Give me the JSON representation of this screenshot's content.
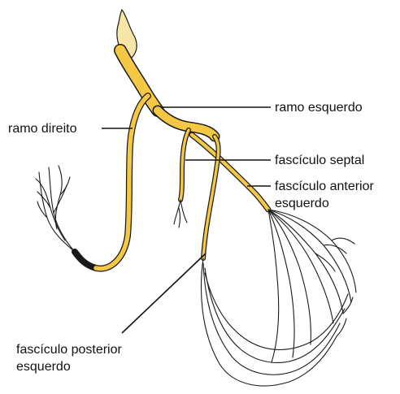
{
  "diagram": {
    "labels": {
      "right_bundle": "ramo direito",
      "left_bundle": "ramo esquerdo",
      "septal_fascicle": "fascículo septal",
      "left_anterior_fascicle": "fascículo anterior esquerdo",
      "left_anterior_fascicle_line1": "fascículo anterior",
      "left_anterior_fascicle_line2": "esquerdo",
      "left_posterior_fascicle_line1": "fascículo posterior",
      "left_posterior_fascicle_line2": "esquerdo"
    },
    "colors": {
      "conduction_fill": "#f4c842",
      "fiber": "#1a1a1a",
      "text": "#111111"
    }
  }
}
